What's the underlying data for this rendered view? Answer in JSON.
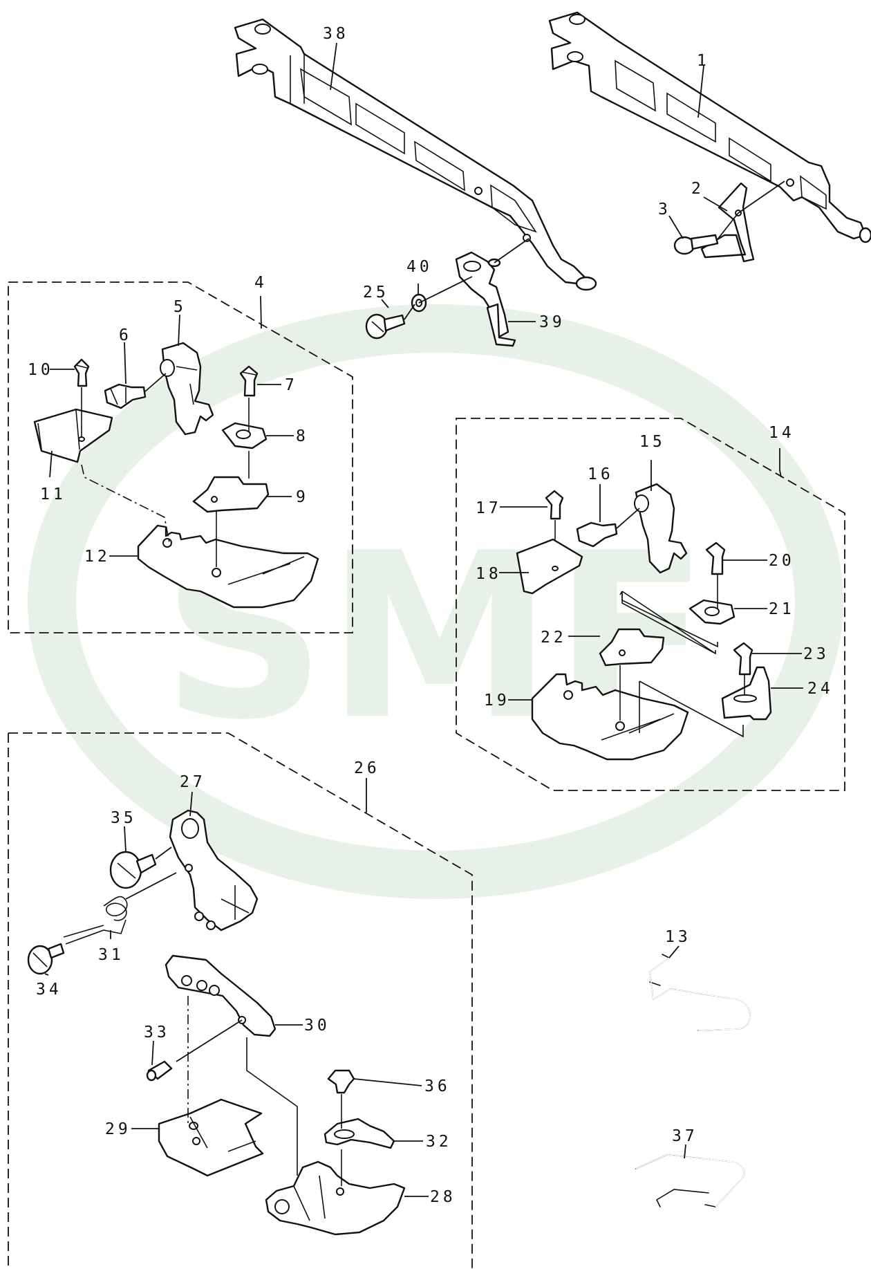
{
  "watermark": {
    "text": "SMF",
    "color": "#e4efe4"
  },
  "callouts": {
    "c1": "1",
    "c2": "2",
    "c3": "3",
    "c4": "4",
    "c5": "5",
    "c6": "6",
    "c7": "7",
    "c8": "8",
    "c9": "9",
    "c10": "10",
    "c11": "11",
    "c12": "12",
    "c13": "13",
    "c14": "14",
    "c15": "15",
    "c16": "16",
    "c17": "17",
    "c18": "18",
    "c19": "19",
    "c20": "20",
    "c21": "21",
    "c22": "22",
    "c23": "23",
    "c24": "24",
    "c25": "25",
    "c26": "26",
    "c27": "27",
    "c28": "28",
    "c29": "29",
    "c30": "30",
    "c31": "31",
    "c32": "32",
    "c33": "33",
    "c34": "34",
    "c35": "35",
    "c36": "36",
    "c37": "37",
    "c38": "38",
    "c39": "39",
    "c40": "40"
  }
}
